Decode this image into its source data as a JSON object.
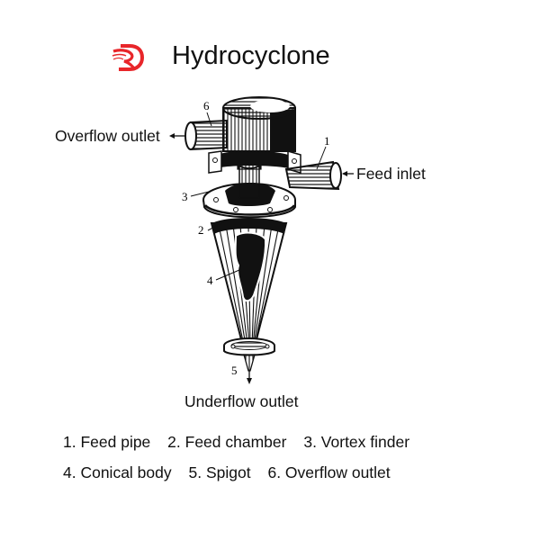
{
  "header": {
    "logo_icon": "brand-logo-icon",
    "logo_color": "#e8262a",
    "title": "Hydrocyclone"
  },
  "diagram": {
    "callouts": {
      "overflow_outlet": "Overflow outlet",
      "feed_inlet": "Feed inlet",
      "underflow_outlet": "Underflow outlet"
    },
    "part_numbers": [
      "1",
      "2",
      "3",
      "4",
      "5",
      "6"
    ]
  },
  "legend": {
    "row1": [
      {
        "num": "1.",
        "label": "Feed pipe"
      },
      {
        "num": "2.",
        "label": "Feed chamber"
      },
      {
        "num": "3.",
        "label": "Vortex finder"
      }
    ],
    "row2": [
      {
        "num": "4.",
        "label": "Conical body"
      },
      {
        "num": "5.",
        "label": "Spigot"
      },
      {
        "num": "6.",
        "label": "Overflow outlet"
      }
    ]
  },
  "legend_text": {
    "item1": "1. Feed pipe",
    "item2": "2. Feed chamber",
    "item3": "3. Vortex finder",
    "item4": "4. Conical body",
    "item5": "5. Spigot",
    "item6": "6. Overflow outlet"
  }
}
